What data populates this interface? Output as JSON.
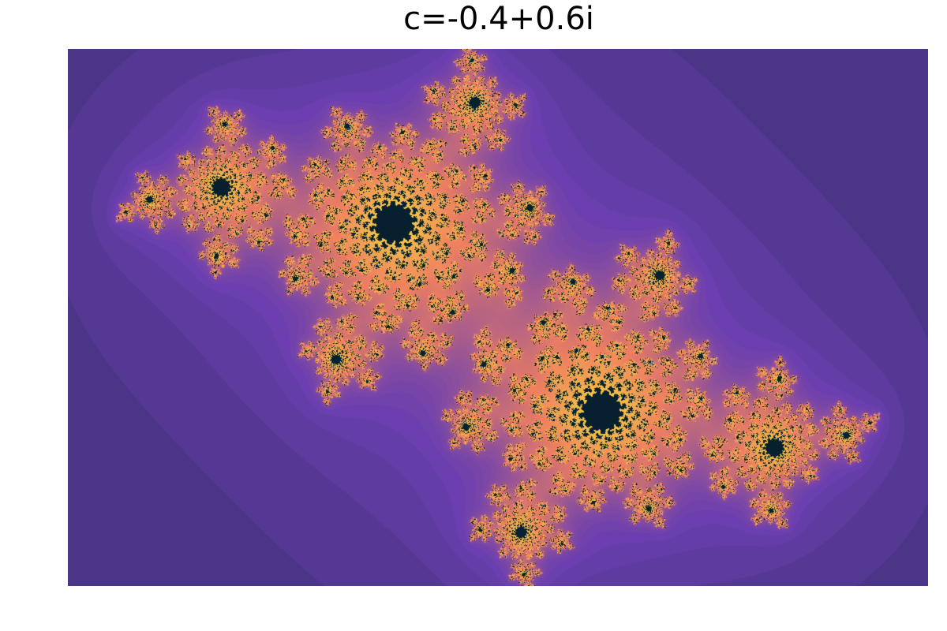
{
  "title": "c=-0.4+0.6i",
  "colors": {
    "background": "#06202f",
    "mid": "#6b3fb0",
    "edge": "#f08060",
    "highlight": "#f6c746",
    "interior": "#06202f"
  },
  "fractal": {
    "c_re": -0.4,
    "c_im": 0.6,
    "max_iter": 120
  }
}
